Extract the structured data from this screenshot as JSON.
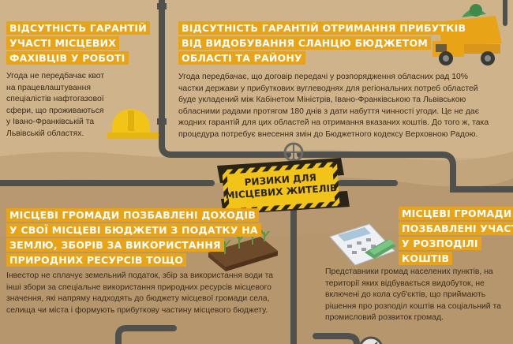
{
  "sections": [
    {
      "id": "specialists",
      "title_lines": [
        "ВІДСУТНІСТЬ ГАРАНТІЙ",
        "УЧАСТІ МІСЦЕВИХ",
        "ФАХІВЦІВ У РОБОТІ"
      ],
      "body": "Угода не передбачає квот на працевлаштування спеціалістів нафтогазової сфери, що проживаються у Івано-Франківській та Львівській областях.",
      "icon": "hard-hat-icon"
    },
    {
      "id": "profit",
      "title_lines": [
        "ВІДСУТНІСТЬ ГАРАНТІЙ ОТРИМАННЯ ПРИБУТКІВ",
        "ВІД ВИДОБУВАННЯ СЛАНЦЮ БЮДЖЕТОМ",
        "ОБЛАСТІ ТА РАЙОНУ"
      ],
      "body": "Угода передбачає, що договір передачі у розпорядження обласних рад 10% частки держави у прибуткових вуглеводнях для регіональних потреб областей буде укладений між Кабінетом Міністрів, Івано-Франківською та Львівською обласними радами протягом 180 днів з дати набуття чинності угоди. Це не дає жодних гарантій для цих областей на отримання вказаних коштів. До того ж, така процедура потребує внесення змін до Бюджетного кодексу Верховною Радою.",
      "icon": "dump-truck-icon"
    },
    {
      "id": "income",
      "title_lines": [
        "МІСЦЕВІ ГРОМАДИ ПОЗБАВЛЕНІ ДОХОДІВ",
        "У СВОЇ МІСЦЕВІ БЮДЖЕТИ З ПОДАТКУ НА",
        "ЗЕМЛЮ, ЗБОРІВ ЗА ВИКОРИСТАННЯ",
        "ПРИРОДНИХ РЕСУРСІВ ТОЩО"
      ],
      "body": "Інвестор не сплачує земельний податок, збір за використання води та інші збори за спеціальне використання природних ресурсів місцевого значення, які напряму надходять до бюджету місцевої громади села, селища чи міста і формують прибуткову частину місцевого бюджету.",
      "icon": "seedlings-icon"
    },
    {
      "id": "distribution",
      "title_lines": [
        "МІСЦЕВІ ГРОМАДИ",
        "ПОЗБАВЛЕНІ УЧАСТІ",
        "У РОЗПОДІЛІ",
        "КОШТІВ"
      ],
      "body": "Представники громад населених пунктів, на території яких відбувається видобуток, не включені до кола суб'єктів, що приймають рішення про розподіл коштів на соціальний та промисловий розвиток громад.",
      "icon": "calculator-icon"
    }
  ],
  "banner": {
    "lines": [
      "РИЗИКИ ДЛЯ",
      "МІСЦЕВИХ ЖИТЕЛІВ"
    ]
  },
  "colors": {
    "background": "#c9ad86",
    "soil_dark": "#a88b62",
    "pipe": "#50504c",
    "title_fill": "#e8a317",
    "title_text": "#ffffff",
    "body_text": "#3a2d1c",
    "banner_yellow": "#f2c418"
  }
}
